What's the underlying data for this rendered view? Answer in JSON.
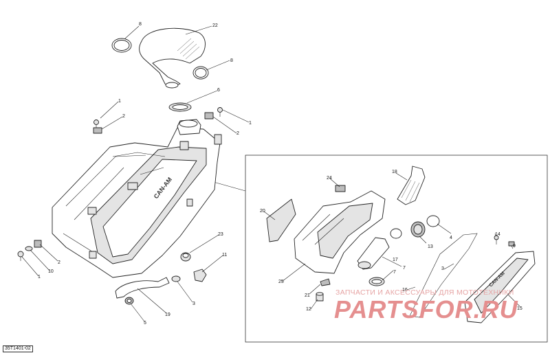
{
  "diagram": {
    "reference": "35T1401-02",
    "callouts": {
      "c8a": "8",
      "c22": "22",
      "c8b": "8",
      "c6": "6",
      "c1a": "1",
      "c2a": "2",
      "c1b": "1",
      "c2b": "2",
      "c2c": "2",
      "c10": "10",
      "c1c": "1",
      "c23": "23",
      "c11": "11",
      "c3a": "3",
      "c19": "19",
      "c5": "5",
      "c18": "18",
      "c24": "24",
      "c20": "20",
      "c25": "25",
      "c7a": "7",
      "c13": "13",
      "c4": "4",
      "c17": "17",
      "c7b": "7",
      "c21": "21",
      "c12": "12",
      "c16": "16",
      "c3b": "3",
      "c14": "14",
      "c9": "9",
      "c15": "15"
    },
    "brand_label": "CAN-AM"
  },
  "watermark": {
    "text": "ЗАПЧАСТИ И АКСЕССУАРЫ ДЛЯ МОТОТЕХНИКИ",
    "logo": "PARTSFOR.RU"
  }
}
